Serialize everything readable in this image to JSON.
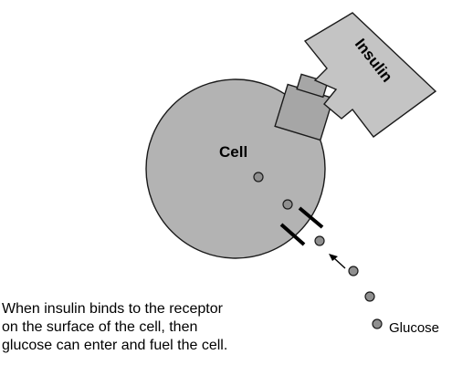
{
  "labels": {
    "cell": "Cell",
    "insulin": "Insulin",
    "glucose": "Glucose"
  },
  "caption": {
    "lines": [
      "When insulin binds to the receptor",
      "on the surface of the cell, then",
      "glucose can enter and fuel the cell."
    ]
  },
  "colors": {
    "cell_fill": "#b3b3b3",
    "receptor_fill": "#a6a6a6",
    "insulin_fill": "#c4c4c4",
    "glucose_fill": "#8f8f8f",
    "outline": "#1a1a1a"
  },
  "glucose_molecules": 6
}
